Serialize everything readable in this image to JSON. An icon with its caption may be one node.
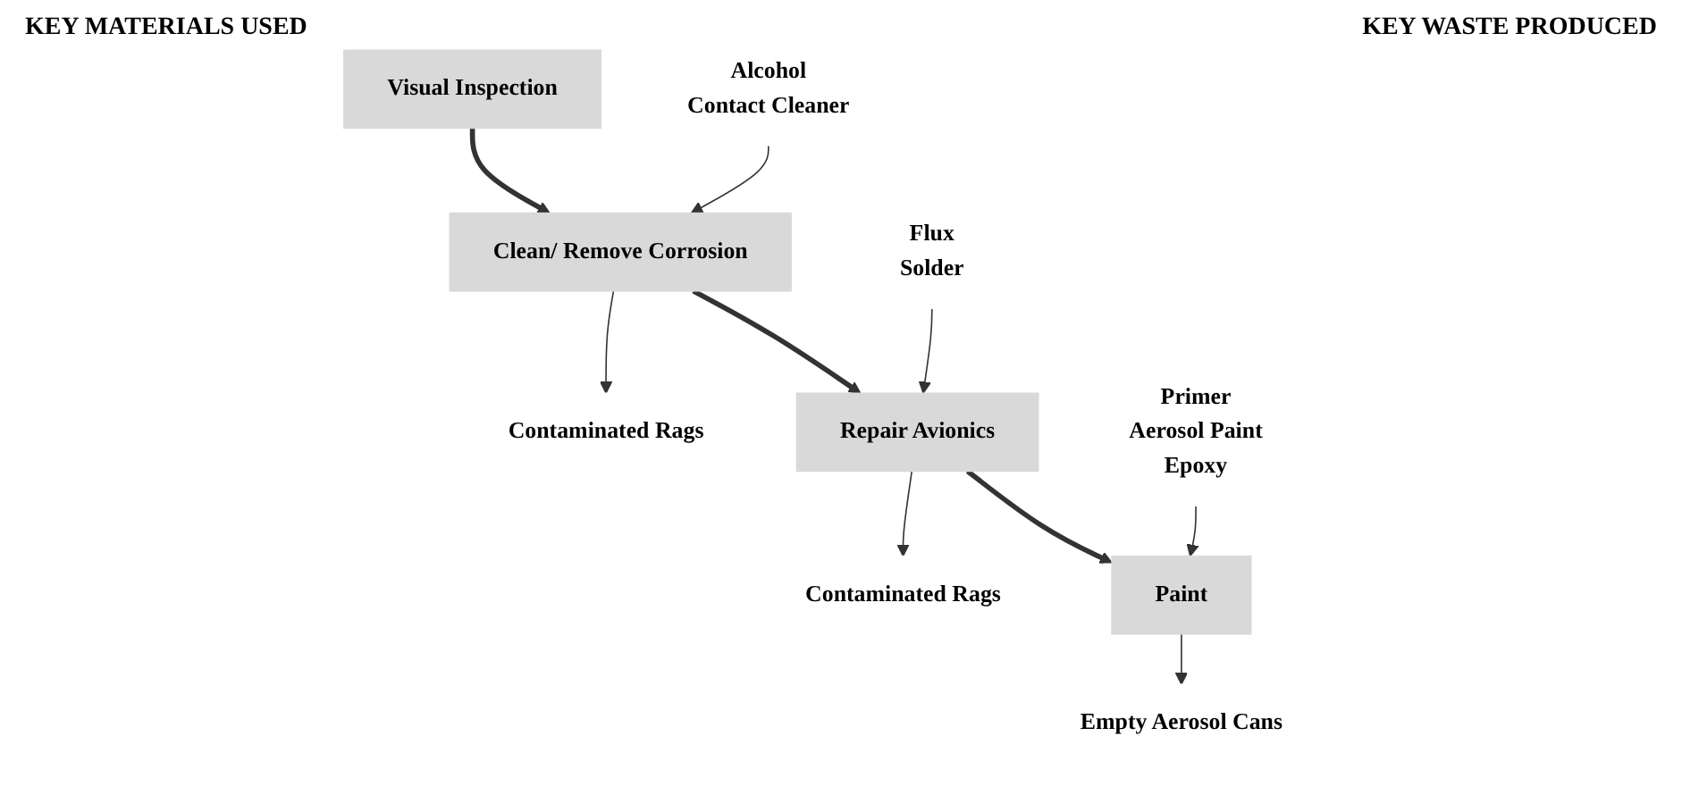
{
  "diagram": {
    "nodes": [
      {
        "text": [
          "Visual Inspection"
        ]
      },
      {
        "text": [
          "Alcohol",
          "Contact Cleaner"
        ]
      },
      {
        "text": [
          "Clean/ Remove Corrosion"
        ]
      },
      {
        "text": [
          "Contaminated Rags"
        ]
      },
      {
        "text": [
          "Flux",
          "Solder"
        ]
      },
      {
        "text": [
          "Repair Avionics"
        ]
      },
      {
        "text": [
          "Contaminated Rags"
        ]
      },
      {
        "text": [
          "Primer",
          "Aerosol Paint",
          "Epoxy"
        ]
      },
      {
        "text": [
          "Paint"
        ]
      },
      {
        "text": [
          "Empty Aerosol Cans"
        ]
      }
    ],
    "edges": [
      {
        "from": 0,
        "to": 2,
        "arrow": "to",
        "style": "thick"
      },
      {
        "from": 1,
        "to": 2,
        "arrow": "to"
      },
      {
        "from": 2,
        "to": 3,
        "arrow": "to"
      },
      {
        "from": 2,
        "to": 5,
        "arrow": "to",
        "style": "thick"
      },
      {
        "from": 4,
        "to": 5,
        "arrow": "to"
      },
      {
        "from": 5,
        "to": 6,
        "arrow": "to"
      },
      {
        "from": 5,
        "to": 8,
        "arrow": "to",
        "style": "thick"
      },
      {
        "from": 7,
        "to": 8,
        "arrow": "to"
      },
      {
        "from": 8,
        "to": 9,
        "arrow": "to"
      }
    ],
    "labels": [
      "KEY MATERIALS USED",
      "KEY WASTE PRODUCED"
    ]
  }
}
